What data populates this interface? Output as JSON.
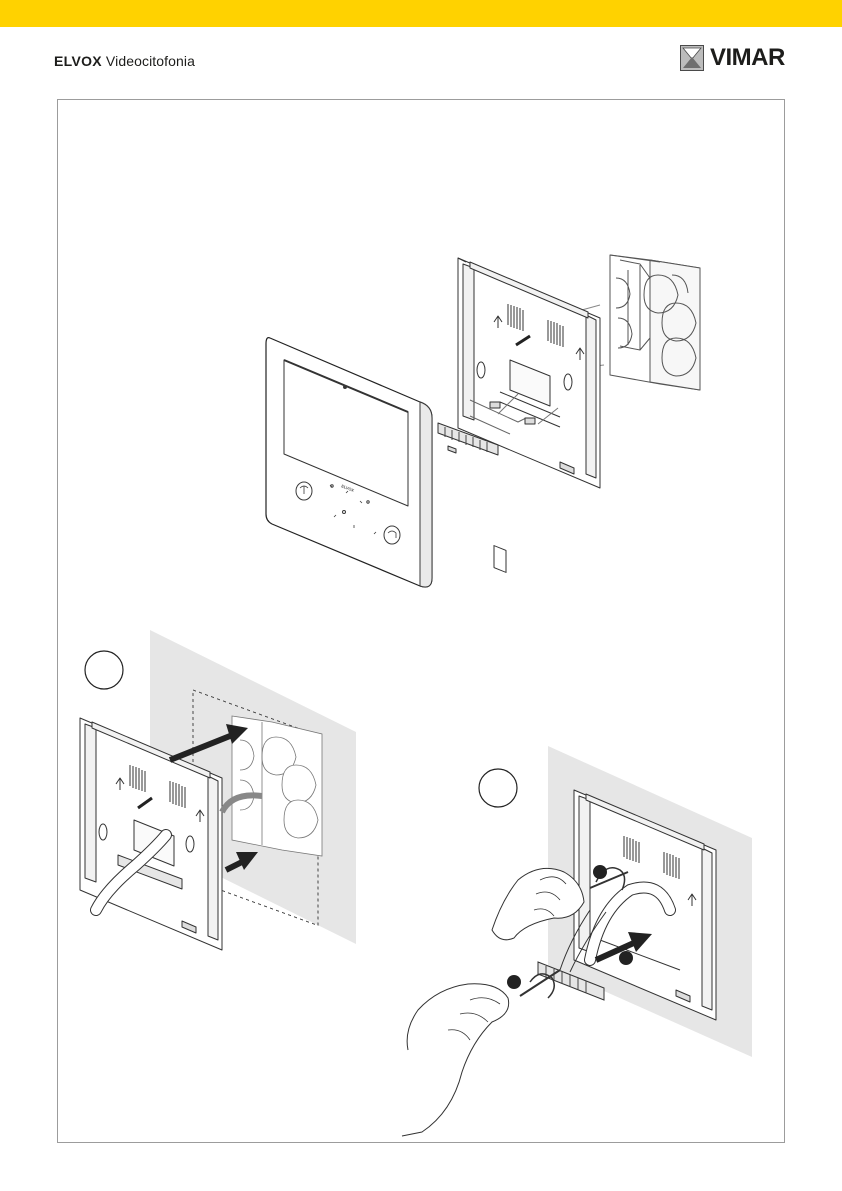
{
  "header": {
    "brand_bold": "ELVOX",
    "brand_rest": "Videocitofonia",
    "logo_text": "VIMAR",
    "accent_color": "#ffd200"
  },
  "monitor": {
    "logo_text": "ELVOX"
  }
}
